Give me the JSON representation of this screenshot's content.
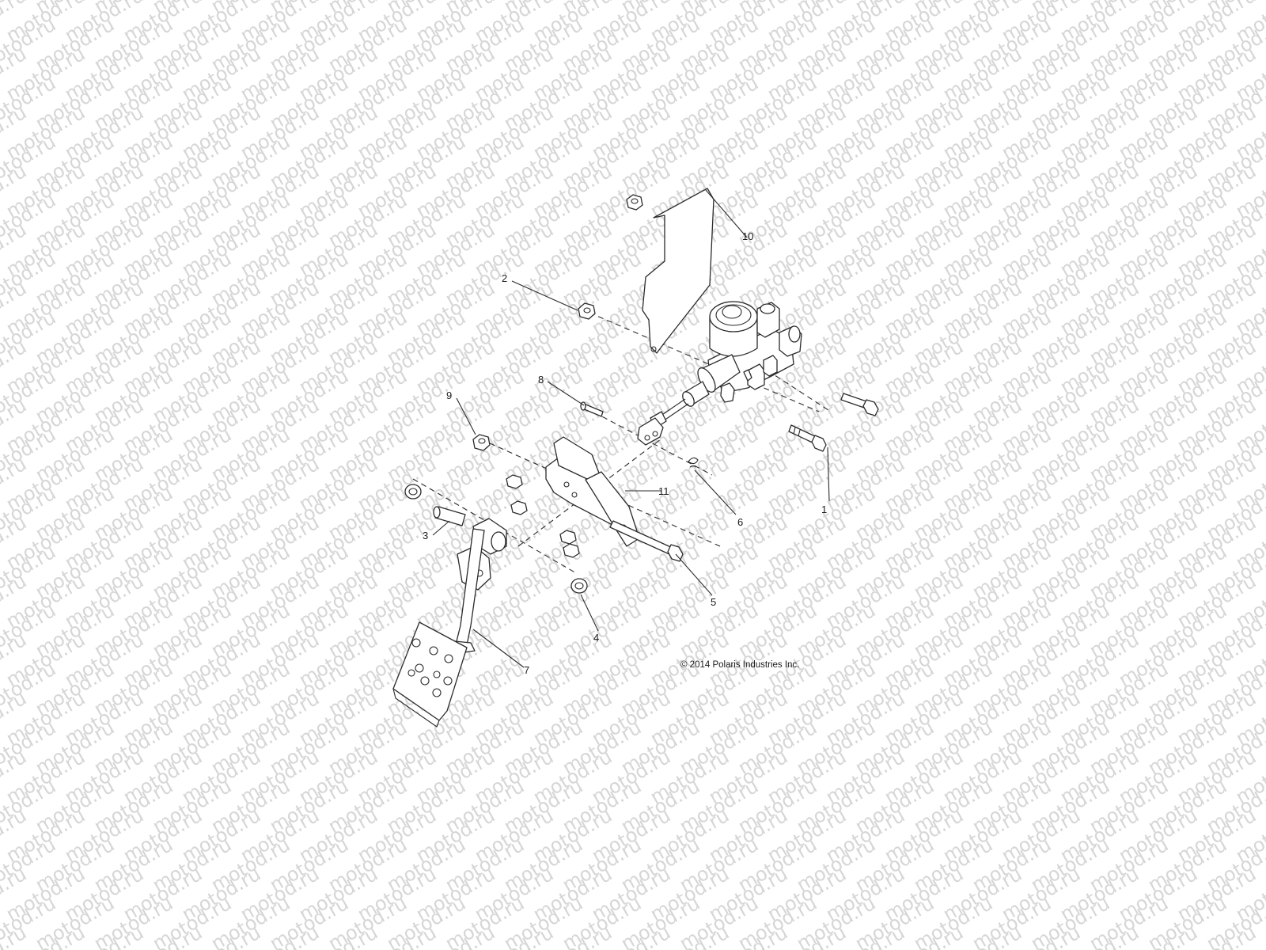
{
  "watermark": {
    "text": "motod.ru"
  },
  "copyright": "© 2014 Polaris Industries Inc.",
  "callouts": {
    "c1": "1",
    "c2": "2",
    "c3": "3",
    "c4": "4",
    "c5": "5",
    "c6": "6",
    "c7": "7",
    "c8": "8",
    "c9": "9",
    "c10": "10",
    "c11": "11"
  },
  "colors": {
    "line": "#2a2a2a",
    "watermark": "#d6d6d6",
    "background": "#ffffff"
  }
}
